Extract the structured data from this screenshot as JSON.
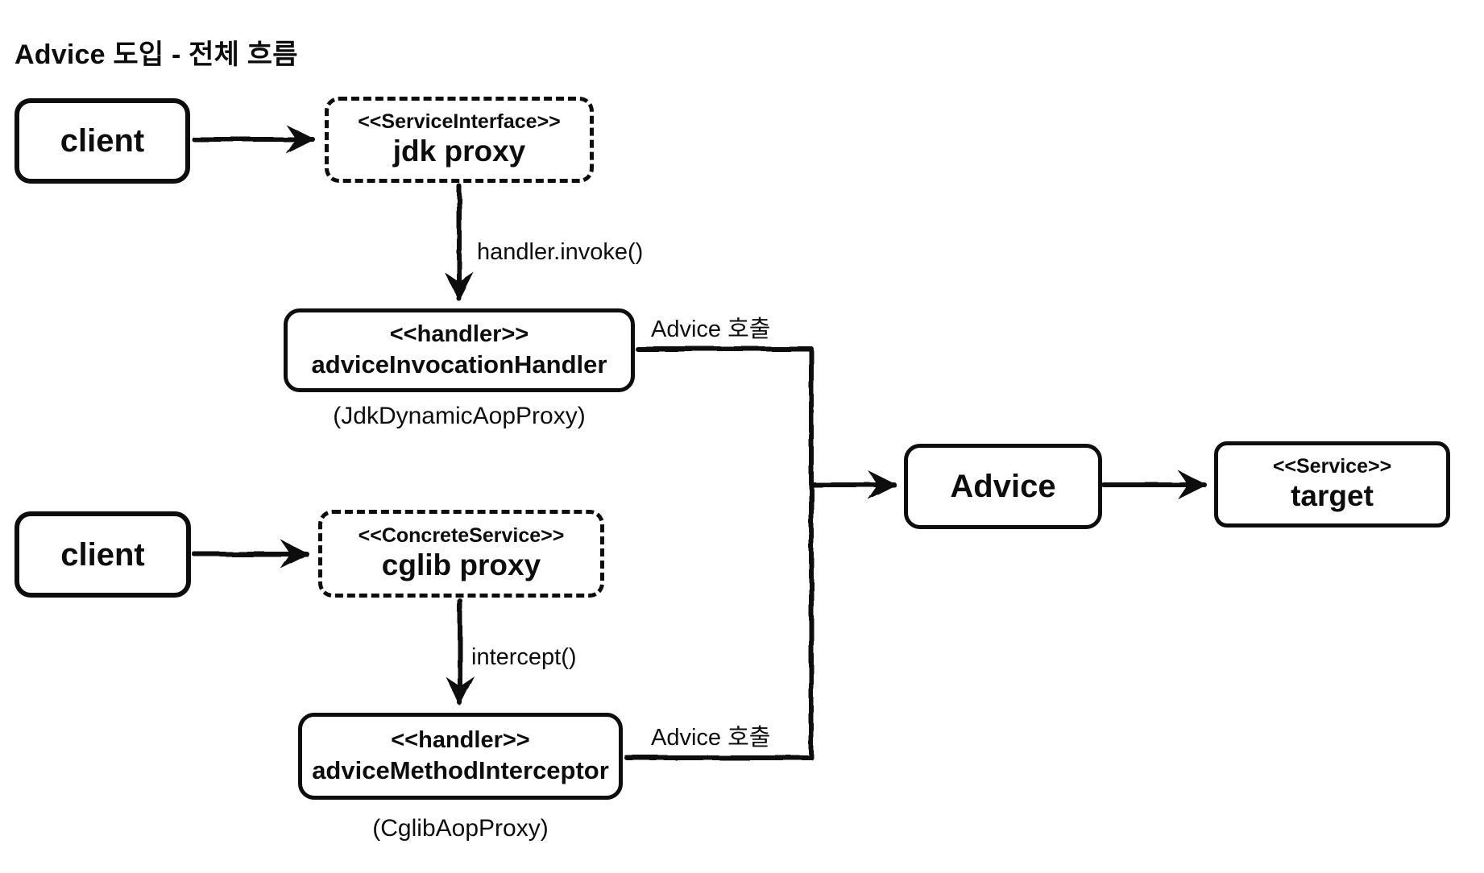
{
  "title": "Advice 도입 - 전체 흐름",
  "colors": {
    "ink": "#0d0d0d",
    "background": "#ffffff"
  },
  "nodes": {
    "client_top": {
      "label": "client"
    },
    "jdk_proxy": {
      "stereotype": "<<ServiceInterface>>",
      "label": "jdk proxy"
    },
    "advice_invocation_handler": {
      "stereotype": "<<handler>>",
      "label": "adviceInvocationHandler",
      "caption": "(JdkDynamicAopProxy)"
    },
    "client_bottom": {
      "label": "client"
    },
    "cglib_proxy": {
      "stereotype": "<<ConcreteService>>",
      "label": "cglib proxy"
    },
    "advice_method_interceptor": {
      "stereotype": "<<handler>>",
      "label": "adviceMethodInterceptor",
      "caption": "(CglibAopProxy)"
    },
    "advice": {
      "label": "Advice"
    },
    "target": {
      "stereotype": "<<Service>>",
      "label": "target"
    }
  },
  "edge_labels": {
    "jdk_to_handler": "handler.invoke()",
    "cglib_to_interceptor": "intercept()",
    "advice_call_top": "Advice 호출",
    "advice_call_bottom": "Advice 호출"
  }
}
